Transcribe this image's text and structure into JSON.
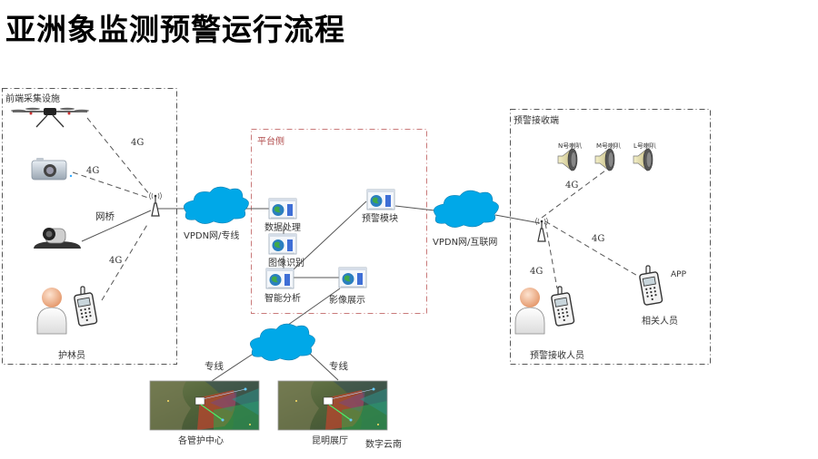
{
  "title": "亚洲象监测预警运行流程",
  "front_end": {
    "group_label": "前端采集设施",
    "devices": [
      {
        "name": "drone",
        "icon": "drone-icon",
        "link": "4G"
      },
      {
        "name": "camera",
        "icon": "camera-icon",
        "link": "4G"
      },
      {
        "name": "video-camera",
        "icon": "video-camera-icon",
        "link": "网桥"
      },
      {
        "name": "ranger-phone",
        "icon": "mobile-phone-icon",
        "link": "4G"
      }
    ],
    "ranger_label": "护林员"
  },
  "network_left": {
    "label": "VPDN网/专线"
  },
  "platform": {
    "group_label": "平台侧",
    "modules": [
      {
        "label": "数据处理"
      },
      {
        "label": "图像识别"
      },
      {
        "label": "智能分析"
      },
      {
        "label": "影像展示"
      },
      {
        "label": "预警模块"
      }
    ]
  },
  "network_right": {
    "label": "VPDN网/互联网"
  },
  "receiver": {
    "group_label": "预警接收端",
    "speakers": [
      {
        "label": "N号喇叭"
      },
      {
        "label": "M号喇叭"
      },
      {
        "label": "L号喇叭"
      }
    ],
    "links": {
      "speakers": "4G",
      "receiver_person": "4G",
      "app": "4G"
    },
    "app_label": "APP",
    "related_label": "相关人员",
    "receiver_person_label": "预警接收人员"
  },
  "display_network": {
    "links": [
      {
        "label": "专线"
      },
      {
        "label": "专线"
      }
    ],
    "screens": [
      {
        "label": "各管护中心"
      },
      {
        "label": "昆明展厅"
      }
    ],
    "extra_label": "数字云南"
  },
  "colors": {
    "cloud": "#00a8e8",
    "platform_border": "#c97a7a",
    "group_border": "#555555",
    "screen_icon_globe": "#2a7fbf"
  }
}
